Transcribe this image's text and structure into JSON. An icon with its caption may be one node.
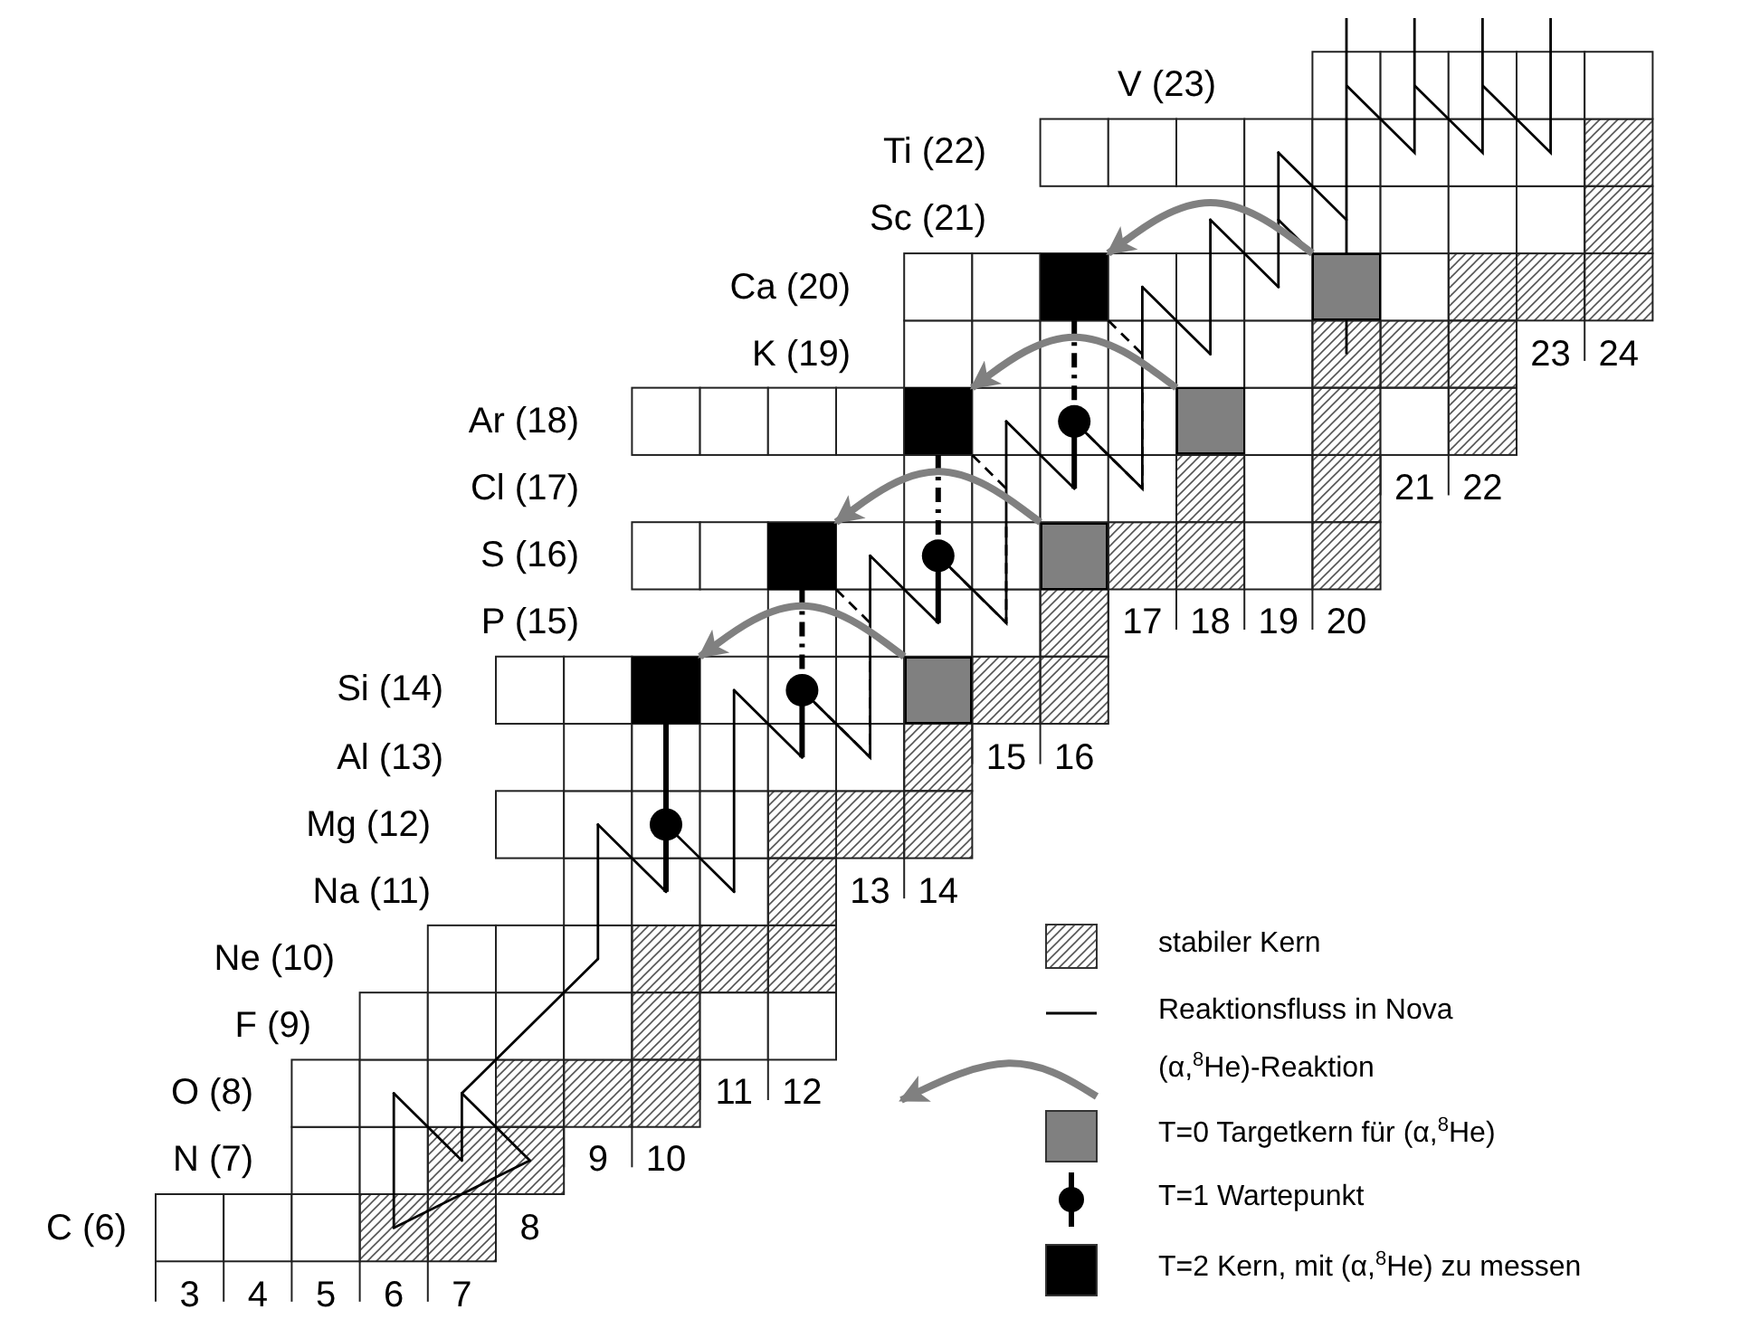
{
  "diagram": {
    "nodes": [
      {
        "text": [],
        "shape": "box"
      },
      {
        "text": [],
        "shape": "box"
      },
      {
        "text": [],
        "shape": "box"
      },
      {
        "text": [],
        "shape": "box"
      },
      {
        "text": [],
        "shape": "box"
      },
      {
        "text": [],
        "shape": "box"
      },
      {
        "text": [],
        "shape": "box"
      },
      {
        "text": [],
        "shape": "box"
      }
    ],
    "edges": [
      {
        "from": 1,
        "to": 0,
        "arrow": "to"
      },
      {
        "from": 3,
        "to": 2,
        "arrow": "to"
      },
      {
        "from": 5,
        "to": 4,
        "arrow": "to"
      },
      {
        "from": 7,
        "to": 6,
        "arrow": "to"
      }
    ],
    "labels": [
      "V (23)",
      "Ti (22)",
      "Sc (21)",
      "Ca (20)",
      "K (19)",
      "23",
      "24",
      "Ar (18)",
      "Cl (17)",
      "21",
      "22",
      "S (16)",
      "P (15)",
      "17",
      "18",
      "19",
      "20",
      "Si (14)",
      "Al (13)",
      "15",
      "16",
      "Mg (12)",
      "Na (11)",
      "13",
      "14",
      "Ne (10)",
      "F (9)",
      "11",
      "12",
      "O (8)",
      "N (7)",
      "9",
      "10",
      "C (6)",
      "8",
      "3",
      "4",
      "5",
      "6",
      "7"
    ],
    "legend": [
      {
        "text": "stabiler Kern"
      },
      {
        "text": "Reaktionsfluss in Nova"
      },
      {
        "text": "(α,$^{8}$He)-Reaktion"
      },
      {
        "text": "T=0 Targetkern für (α,$^{8}$He)",
        "color": "#808080"
      },
      {
        "text": "T=1 Wartepunkt"
      },
      {
        "text": "T=2 Kern, mit (α,$^{8}$He) zu messen",
        "color": "#000000"
      }
    ]
  }
}
